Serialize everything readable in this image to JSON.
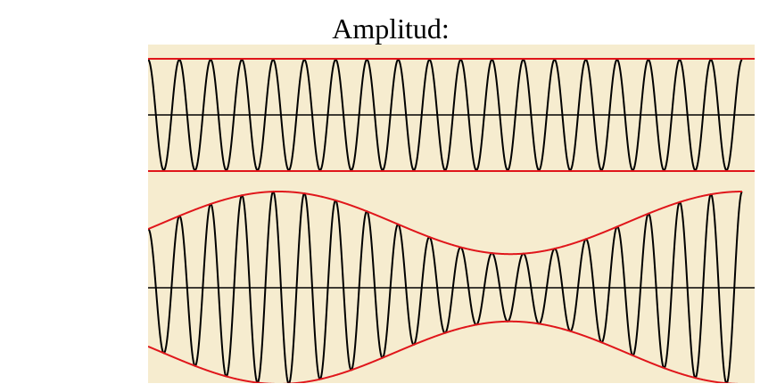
{
  "title": "Amplitud:",
  "colors": {
    "background": "#f6eccf",
    "wave": "#000000",
    "envelope": "#e0161b",
    "axis": "#000000"
  },
  "diagram": {
    "panels": [
      {
        "id": "constant-amplitude",
        "carrier_cycles": 19,
        "envelope": "constant",
        "amplitude": 1.0
      },
      {
        "id": "modulated-amplitude",
        "carrier_cycles": 19,
        "envelope": "sinusoidal",
        "max_amplitude": 1.0,
        "min_amplitude": 0.35
      }
    ]
  }
}
